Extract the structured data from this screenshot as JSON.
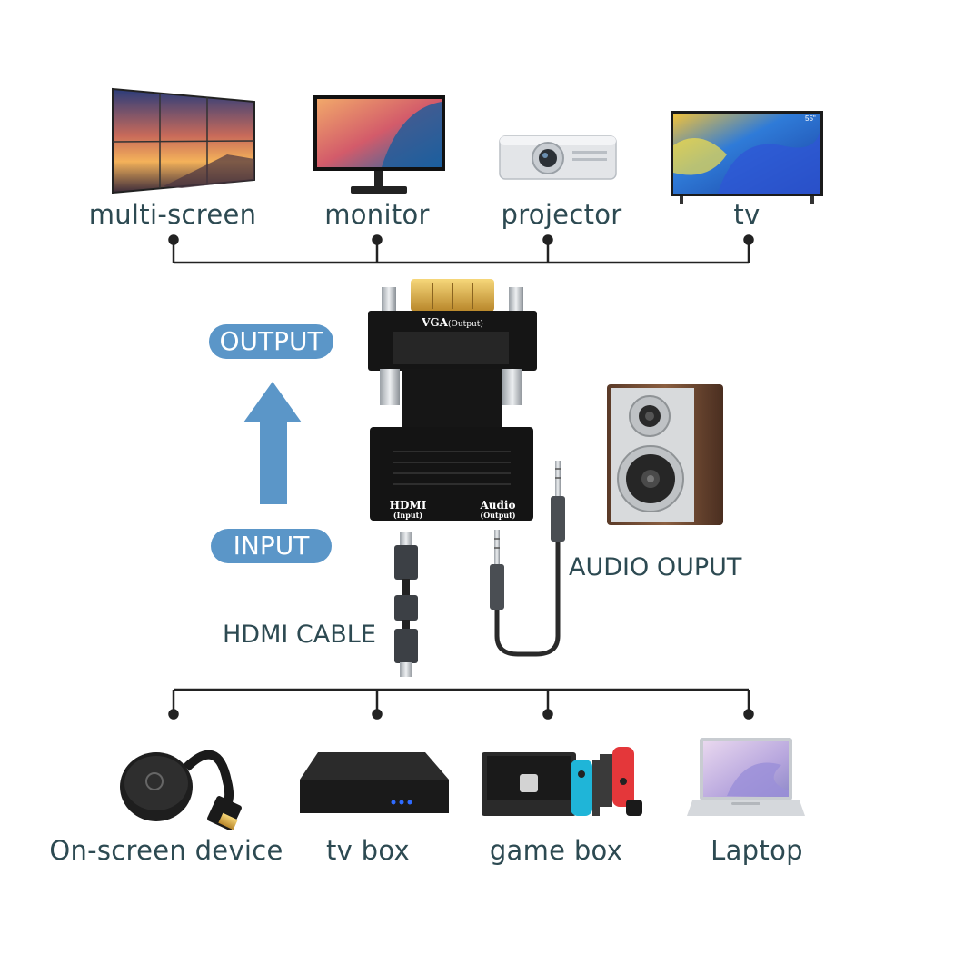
{
  "outputs": {
    "devices": [
      {
        "label": "multi-screen",
        "icon": "video-wall-icon"
      },
      {
        "label": "monitor",
        "icon": "monitor-icon"
      },
      {
        "label": "projector",
        "icon": "projector-icon"
      },
      {
        "label": "tv",
        "icon": "tv-icon",
        "badge": "55\""
      }
    ]
  },
  "inputs": {
    "devices": [
      {
        "label": "On-screen device",
        "icon": "streaming-dongle-icon"
      },
      {
        "label": "tv box",
        "icon": "tv-box-icon"
      },
      {
        "label": "game box",
        "icon": "game-console-icon"
      },
      {
        "label": "Laptop",
        "icon": "laptop-icon"
      }
    ]
  },
  "direction": {
    "output_label": "OUTPUT",
    "input_label": "INPUT",
    "arrow_color": "#5b96c8"
  },
  "adapter": {
    "vga_label": "VGA",
    "vga_sub": "(Output)",
    "hdmi_label": "HDMI",
    "hdmi_sub": "(Input)",
    "audio_label": "Audio",
    "audio_sub": "(Output)"
  },
  "callouts": {
    "audio": "AUDIO OUPUT",
    "hdmi_cable": "HDMI CABLE"
  },
  "colors": {
    "text": "#2d4a52",
    "accent": "#5b96c8",
    "connector_line": "#222222"
  }
}
